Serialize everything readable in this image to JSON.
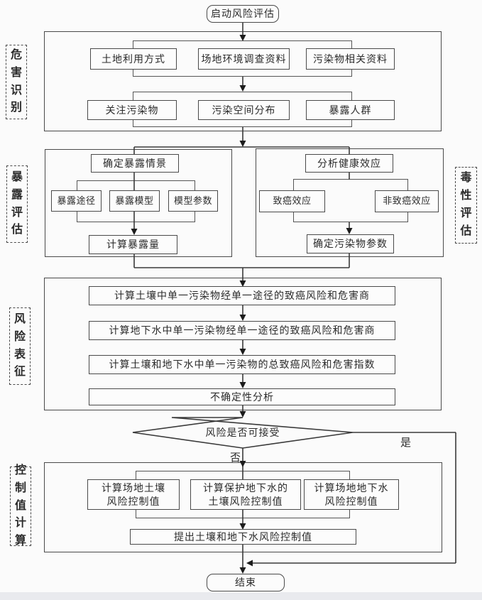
{
  "flow": {
    "start_label": "启动风险评估",
    "end_label": "结束",
    "decision": {
      "label": "风险是否可接受",
      "yes_label": "是",
      "no_label": "否"
    },
    "sections": {
      "hazard": {
        "side_label": "危害识别",
        "row1": {
          "b1": "土地利用方式",
          "b2": "场地环境调查资料",
          "b3": "污染物相关资料"
        },
        "row2": {
          "b1": "关注污染物",
          "b2": "污染空间分布",
          "b3": "暴露人群"
        }
      },
      "exposure": {
        "side_label": "暴露评估",
        "top": "确定暴露情景",
        "b1": "暴露途径",
        "b2": "暴露模型",
        "b3": "模型参数",
        "bottom": "计算暴露量"
      },
      "toxicity": {
        "side_label": "毒性评估",
        "top": "分析健康效应",
        "b1": "致癌效应",
        "b2": "非致癌效应",
        "bottom": "确定污染物参数"
      },
      "risk": {
        "side_label": "风险表征",
        "b1": "计算土壤中单一污染物经单一途径的致癌风险和危害商",
        "b2": "计算地下水中单一污染物经单一途径的致癌风险和危害商",
        "b3": "计算土壤和地下水中单一污染物的总致癌风险和危害指数",
        "b4": "不确定性分析"
      },
      "control": {
        "side_label": "控制值计算",
        "b1": "计算场地土壤\n风险控制值",
        "b2": "计算保护地下水的\n土壤风险控制值",
        "b3": "计算场地地下水\n风险控制值",
        "bottom": "提出土壤和地下水风险控制值"
      }
    }
  },
  "colors": {
    "line": "#3a3a3a",
    "border": "#4a4a4a",
    "background": "#fbfbfb",
    "footer_band": "#e9eaee"
  }
}
